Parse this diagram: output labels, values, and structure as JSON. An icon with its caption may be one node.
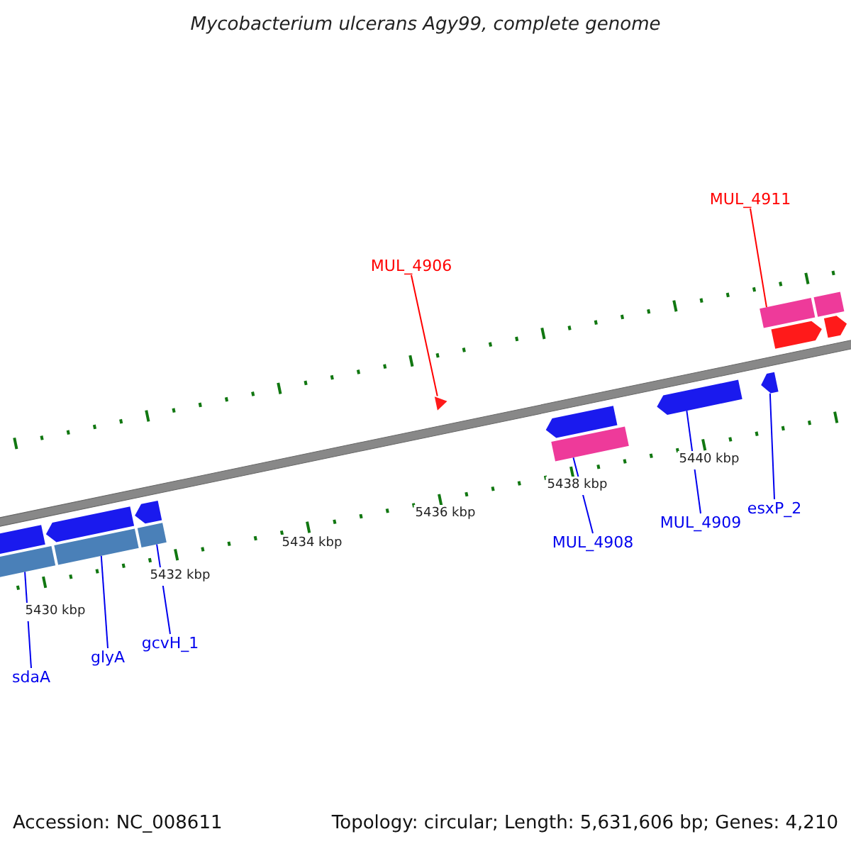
{
  "diagram": {
    "title": "Mycobacterium ulcerans Agy99, complete genome",
    "nodes": [
      {
        "text": [
          "MUL_4911"
        ]
      },
      {
        "text": [],
        "shape": "bar"
      },
      {
        "text": [
          "MUL_4906"
        ]
      },
      {
        "text": [],
        "shape": "triangle"
      },
      {
        "text": [
          "MUL_4908"
        ]
      },
      {
        "text": [],
        "shape": "bar"
      },
      {
        "text": [
          "MUL_4909"
        ]
      },
      {
        "text": [],
        "shape": "arrow"
      },
      {
        "text": [
          "esxP_2"
        ]
      },
      {
        "text": [],
        "shape": "arrow"
      },
      {
        "text": [
          "sdaA"
        ]
      },
      {
        "text": [],
        "shape": "bar"
      },
      {
        "text": [
          "glyA"
        ]
      },
      {
        "text": [],
        "shape": "bar"
      },
      {
        "text": [
          "gcvH_1"
        ]
      },
      {
        "text": [],
        "shape": "bar"
      }
    ],
    "edges": [
      {
        "from": 0,
        "to": 1,
        "arrow": "none",
        "color": "#ff0000"
      },
      {
        "from": 2,
        "to": 3,
        "arrow": "none",
        "color": "#ff0000"
      },
      {
        "from": 4,
        "to": 5,
        "arrow": "none"
      },
      {
        "from": 6,
        "to": 7,
        "arrow": "none"
      },
      {
        "from": 8,
        "to": 9,
        "arrow": "none"
      },
      {
        "from": 10,
        "to": 11,
        "arrow": "none"
      },
      {
        "from": 12,
        "to": 13,
        "arrow": "none"
      },
      {
        "from": 14,
        "to": 15,
        "arrow": "none"
      }
    ],
    "labels": [
      "5430 kbp",
      "5432 kbp",
      "5434 kbp",
      "5436 kbp",
      "5438 kbp",
      "5440 kbp",
      "Accession: NC_008611",
      "Topology: circular; Length: 5,631,606 bp; Genes: 4,210"
    ]
  }
}
